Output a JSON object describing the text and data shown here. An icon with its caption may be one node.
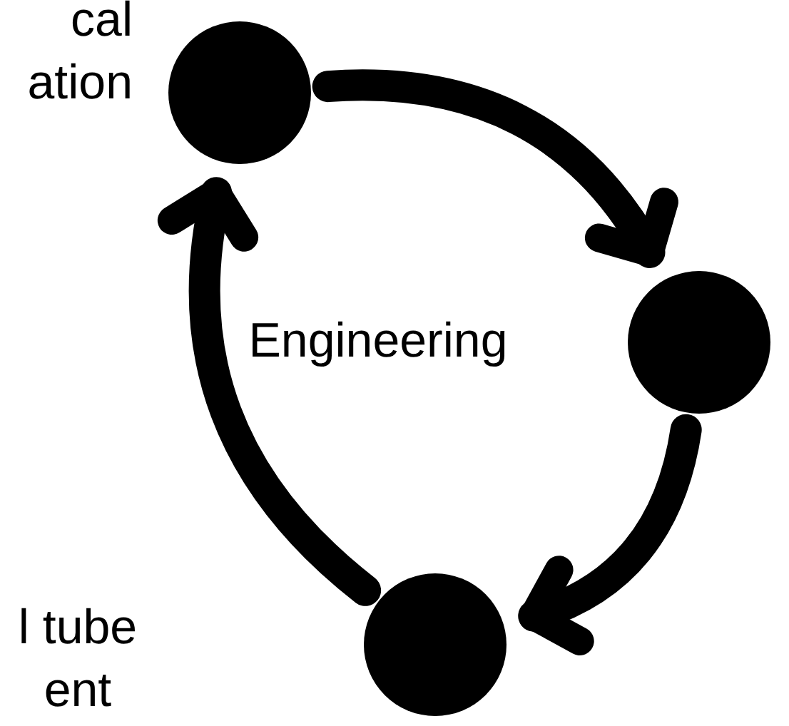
{
  "diagram": {
    "nodes": [
      {
        "text": [],
        "shape": "circle",
        "beside": [
          "cal ation"
        ]
      },
      {
        "text": [],
        "shape": "circle"
      },
      {
        "text": [],
        "shape": "circle"
      },
      {
        "text": [
          "Engineering"
        ]
      }
    ],
    "edges": [
      {
        "from": 0,
        "to": 1,
        "arrow": "to"
      },
      {
        "from": 1,
        "to": 2,
        "arrow": "to"
      },
      {
        "from": 2,
        "to": 0,
        "arrow": "to"
      }
    ],
    "labels": [
      "l tube ent"
    ]
  }
}
